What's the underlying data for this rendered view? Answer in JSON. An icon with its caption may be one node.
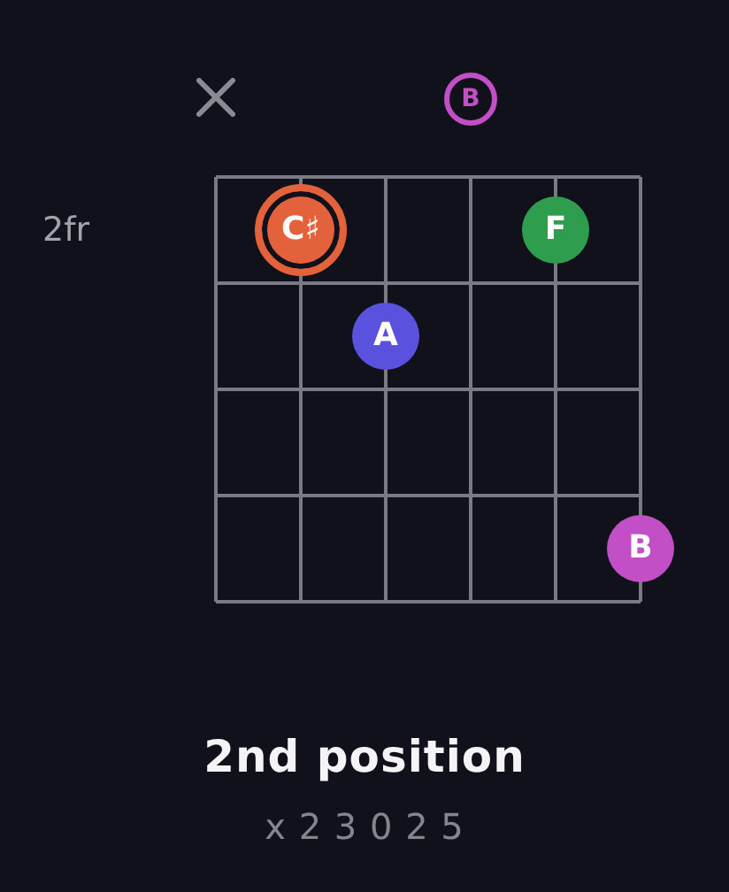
{
  "diagram": {
    "title": "2nd position",
    "caption": "x 2 3 0 2 5",
    "nodes": [
      {
        "text": [
          "B"
        ]
      },
      {
        "text": [
          "C♯"
        ]
      },
      {
        "text": [
          "F"
        ]
      },
      {
        "text": [
          "A"
        ]
      },
      {
        "text": [
          "B"
        ]
      }
    ],
    "labels": [
      "2fr"
    ]
  }
}
